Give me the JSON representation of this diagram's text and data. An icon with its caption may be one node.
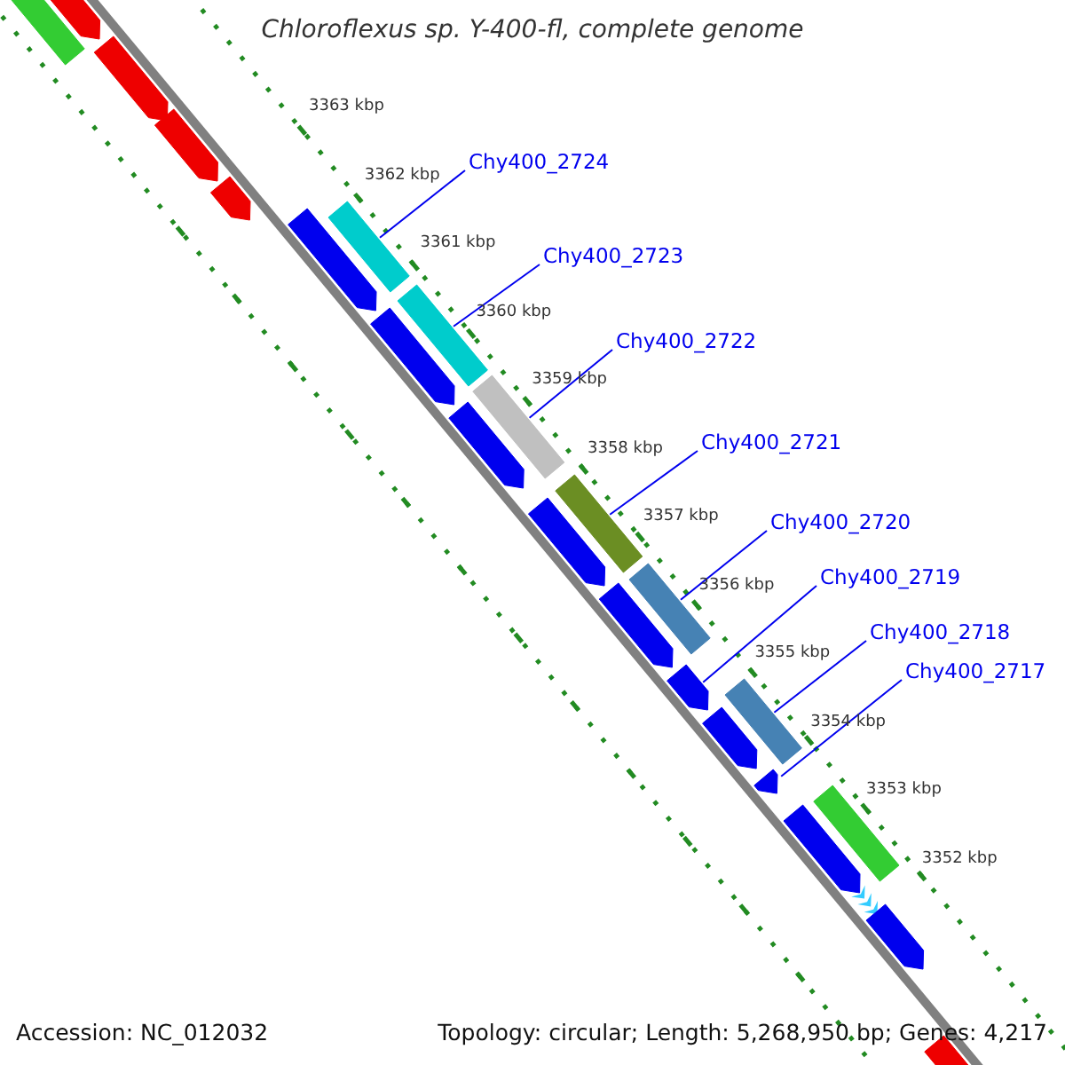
{
  "diagram": {
    "title": "Chloroflexus sp. Y-400-fl, complete genome",
    "nodes": [
      {
        "text": [
          "Chy400_2724"
        ]
      },
      {
        "text": [
          "Chy400_2723"
        ]
      },
      {
        "text": [
          "Chy400_2722"
        ]
      },
      {
        "text": [
          "Chy400_2721"
        ]
      },
      {
        "text": [
          "Chy400_2720"
        ]
      },
      {
        "text": [
          "Chy400_2719"
        ]
      },
      {
        "text": [
          "Chy400_2718"
        ]
      },
      {
        "text": [
          "Chy400_2717"
        ]
      },
      {
        "text": [],
        "shape": "bar"
      },
      {
        "text": [],
        "shape": "arrow"
      },
      {
        "text": [],
        "shape": "arrow"
      },
      {
        "text": [],
        "shape": "arrow"
      },
      {
        "text": [],
        "shape": "arrow"
      },
      {
        "text": [],
        "shape": "bar"
      },
      {
        "text": [],
        "shape": "arrow"
      },
      {
        "text": [],
        "shape": "bar"
      },
      {
        "text": [],
        "shape": "arrow"
      },
      {
        "text": [],
        "shape": "bar"
      },
      {
        "text": [],
        "shape": "arrow"
      },
      {
        "text": [],
        "shape": "bar"
      },
      {
        "text": [],
        "shape": "arrow"
      },
      {
        "text": [],
        "shape": "bar"
      },
      {
        "text": [],
        "shape": "arrow"
      },
      {
        "text": [],
        "shape": "arrow"
      },
      {
        "text": [],
        "shape": "bar"
      },
      {
        "text": [],
        "shape": "arrow"
      },
      {
        "text": [],
        "shape": "arrow"
      },
      {
        "text": [],
        "shape": "bar"
      },
      {
        "text": [],
        "shape": "arrow"
      },
      {
        "text": [],
        "shape": "chevron"
      },
      {
        "text": [],
        "shape": "arrow"
      },
      {
        "text": [],
        "shape": "arrow"
      }
    ],
    "edges": [
      {
        "from": 0,
        "to": 13,
        "arrow": "none"
      },
      {
        "from": 1,
        "to": 15,
        "arrow": "none"
      },
      {
        "from": 2,
        "to": 17,
        "arrow": "none"
      },
      {
        "from": 3,
        "to": 19,
        "arrow": "none"
      },
      {
        "from": 4,
        "to": 21,
        "arrow": "none"
      },
      {
        "from": 5,
        "to": 23,
        "arrow": "none"
      },
      {
        "from": 6,
        "to": 24,
        "arrow": "none"
      },
      {
        "from": 7,
        "to": 26,
        "arrow": "none"
      }
    ],
    "labels": [
      "3363 kbp",
      "3362 kbp",
      "3361 kbp",
      "3360 kbp",
      "3359 kbp",
      "3358 kbp",
      "3357 kbp",
      "3356 kbp",
      "3355 kbp",
      "3354 kbp",
      "3353 kbp",
      "3352 kbp",
      "Accession: NC_012032",
      "Topology: circular; Length: 5,268,950 bp; Genes: 4,217"
    ]
  }
}
